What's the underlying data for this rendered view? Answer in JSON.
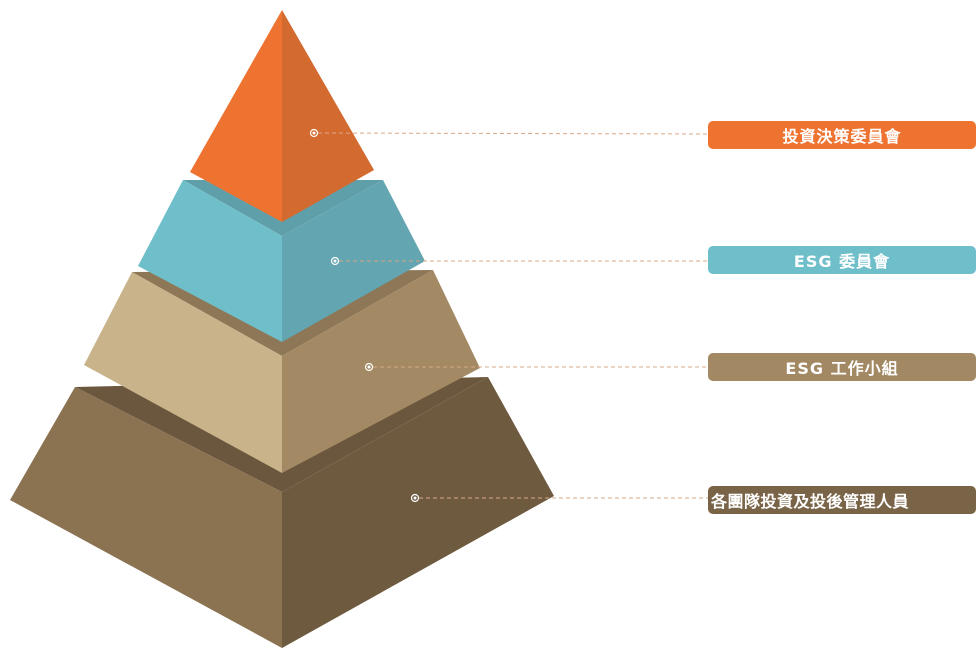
{
  "levels": [
    {
      "label": "投資決策委員會",
      "color": "#ee7330"
    },
    {
      "label": "ESG 委員會",
      "color": "#6fbfcb"
    },
    {
      "label": "ESG 工作小組",
      "color": "#a38963"
    },
    {
      "label": "各團隊投資及投後管理人員",
      "color": "#7a6448"
    }
  ],
  "colors": {
    "connector_line": "#d9a888",
    "marker": "#ffffff"
  }
}
